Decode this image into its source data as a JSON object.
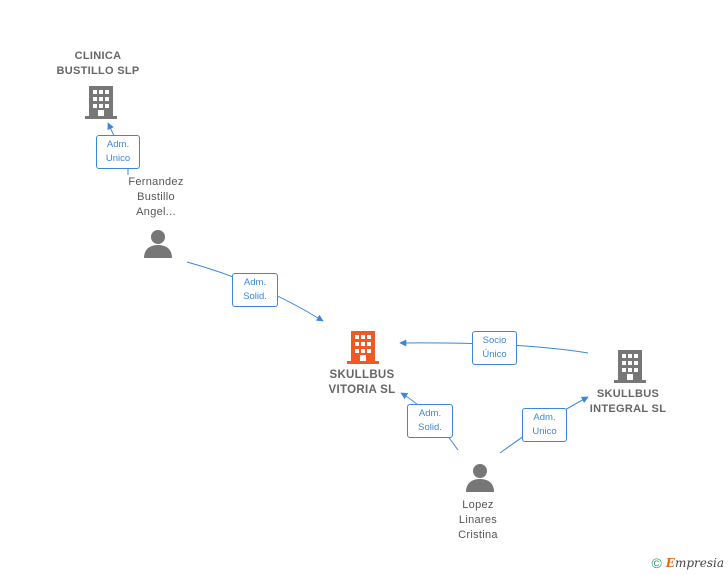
{
  "nodes": {
    "clinica": {
      "line1": "CLINICA",
      "line2": "BUSTILLO SLP",
      "type": "company"
    },
    "fernandez": {
      "line1": "Fernandez",
      "line2": "Bustillo",
      "line3": "Angel...",
      "type": "person"
    },
    "skullbus_vitoria": {
      "line1": "SKULLBUS",
      "line2": "VITORIA  SL",
      "type": "company",
      "highlight": true
    },
    "skullbus_integral": {
      "line1": "SKULLBUS",
      "line2": "INTEGRAL  SL",
      "type": "company"
    },
    "lopez": {
      "line1": "Lopez",
      "line2": "Linares",
      "line3": "Cristina",
      "type": "person"
    }
  },
  "edges": [
    {
      "from": "fernandez",
      "to": "clinica",
      "line1": "Adm.",
      "line2": "Unico"
    },
    {
      "from": "fernandez",
      "to": "skullbus_vitoria",
      "line1": "Adm.",
      "line2": "Solid."
    },
    {
      "from": "skullbus_integral",
      "to": "skullbus_vitoria",
      "line1": "Socio",
      "line2": "Único"
    },
    {
      "from": "lopez",
      "to": "skullbus_vitoria",
      "line1": "Adm.",
      "line2": "Solid."
    },
    {
      "from": "lopez",
      "to": "skullbus_integral",
      "line1": "Adm.",
      "line2": "Unico"
    }
  ],
  "colors": {
    "edge": "#3d87d8",
    "icon": "#777777",
    "highlight": "#f05a22"
  },
  "icons": {
    "company": "building-icon",
    "person": "person-icon"
  },
  "footer": {
    "copyright": "©",
    "brand_first": "E",
    "brand_rest": "mpresia"
  }
}
